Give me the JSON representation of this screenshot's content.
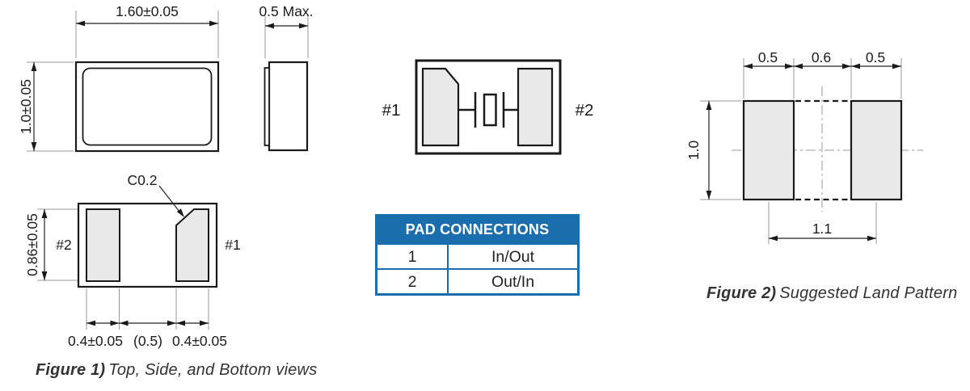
{
  "figure1": {
    "caption": {
      "bold": "Figure 1)",
      "text": "Top, Side, and Bottom views"
    },
    "top_view": {
      "width_dim": "1.60±0.05",
      "height_dim": "1.0±0.05"
    },
    "side_view": {
      "thickness_dim": "0.5 Max."
    },
    "bottom_view": {
      "pad_height_dim": "0.86±0.05",
      "chamfer_callout": "C0.2",
      "left_pad_label": "#2",
      "right_pad_label": "#1",
      "left_pad_width_dim": "0.4±0.05",
      "gap_dim": "(0.5)",
      "right_pad_width_dim": "0.4±0.05"
    }
  },
  "schematic": {
    "left_pad_label": "#1",
    "right_pad_label": "#2"
  },
  "pad_connections": {
    "title": "PAD CONNECTIONS",
    "rows": [
      {
        "pad": "1",
        "connection": "In/Out"
      },
      {
        "pad": "2",
        "connection": "Out/In"
      }
    ],
    "colors": {
      "header_bg": "#1b6eae",
      "header_text": "#ffffff",
      "border": "#1b6eae"
    }
  },
  "figure2": {
    "caption": {
      "bold": "Figure 2)",
      "text": "Suggested Land Pattern"
    },
    "land_pattern": {
      "left_pad_width_dim": "0.5",
      "gap_dim": "0.6",
      "right_pad_width_dim": "0.5",
      "height_dim": "1.0",
      "pitch_dim": "1.1"
    }
  }
}
